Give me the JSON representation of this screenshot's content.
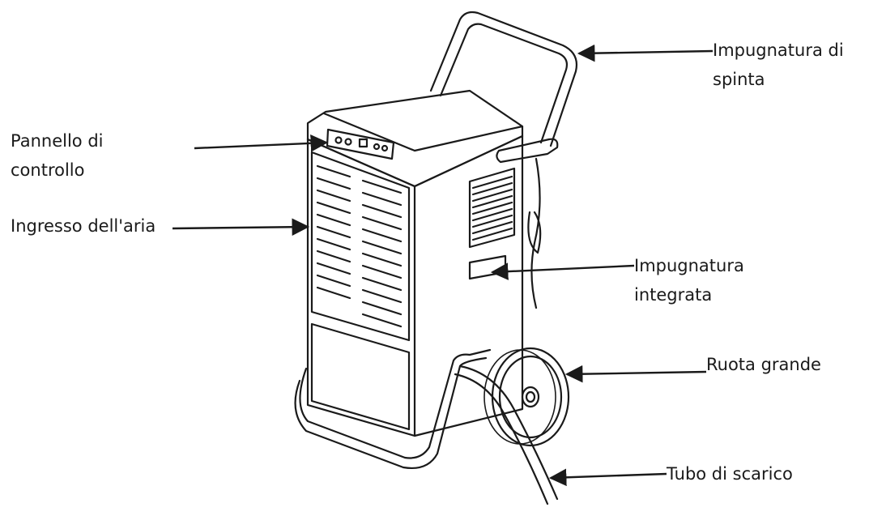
{
  "labels": {
    "control_panel": "Pannello di\ncontrollo",
    "air_inlet": "Ingresso dell'aria",
    "push_handle": "Impugnatura di\nspinta",
    "integrated_handle": "Impugnatura\nintegrata",
    "large_wheel": "Ruota grande",
    "drain_tube": "Tubo di scarico"
  },
  "colors": {
    "line": "#1a1a1a",
    "background": "#ffffff"
  }
}
